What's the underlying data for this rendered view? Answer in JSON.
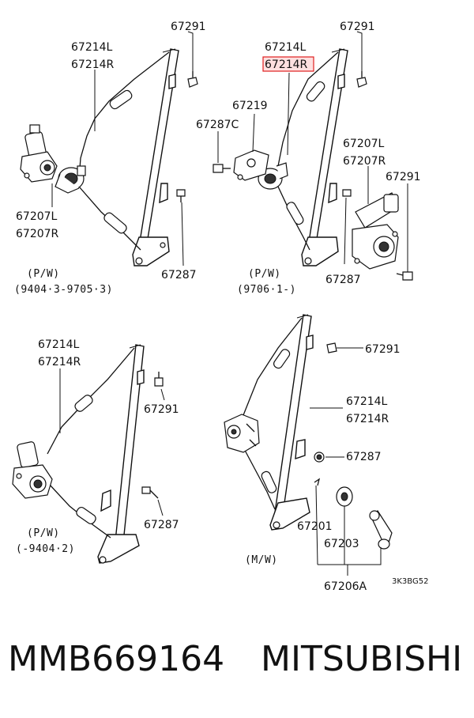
{
  "panels": [
    {
      "labels": [
        "67291",
        "67214L",
        "67214R",
        "67207L",
        "67207R",
        "67287"
      ],
      "caption": [
        "(P/W)",
        "(9404·3-9705·3)"
      ]
    },
    {
      "labels": [
        "67291",
        "67214L",
        "67214R",
        "67219",
        "67287C",
        "67207L",
        "67207R",
        "67291",
        "67287"
      ],
      "caption": [
        "(P/W)",
        "(9706·1-)"
      ]
    },
    {
      "labels": [
        "67214L",
        "67214R",
        "67291",
        "67287"
      ],
      "caption": [
        "(P/W)",
        "(-9404·2)"
      ]
    },
    {
      "labels": [
        "67291",
        "67214L",
        "67214R",
        "67287",
        "67201",
        "67203",
        "67206A"
      ],
      "caption": [
        "(M/W)"
      ]
    }
  ],
  "highlight_color": "#e02020",
  "diagram_code": "3K3BG52",
  "footer": {
    "part_number": "MMB669164",
    "brand": "MITSUBISHI"
  }
}
